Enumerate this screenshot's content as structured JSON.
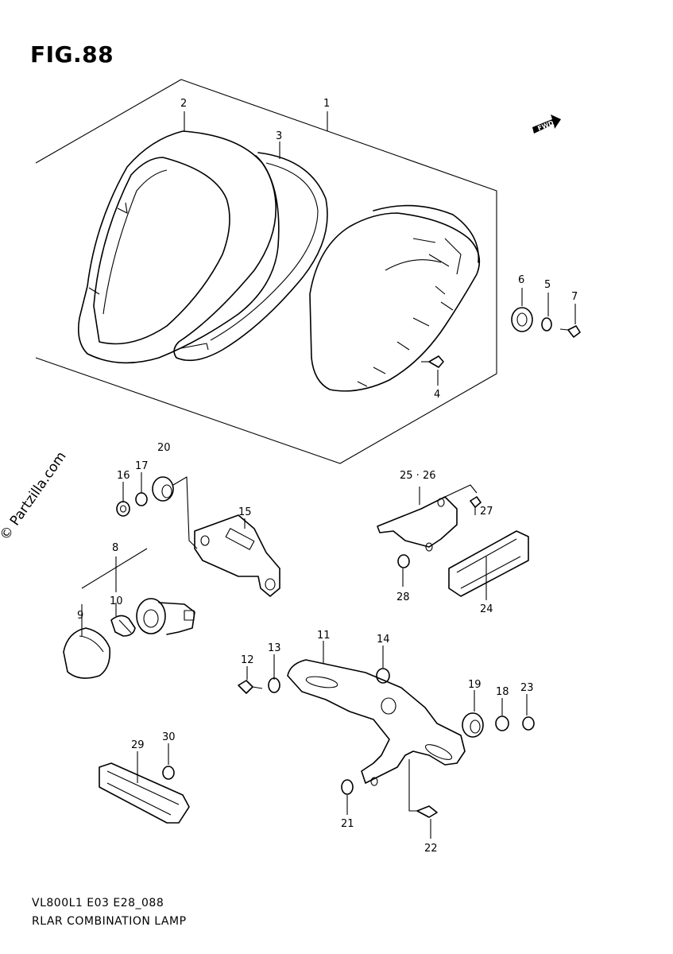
{
  "figure": {
    "title": "FIG.88"
  },
  "footer": {
    "code": "VL800L1 E03 E28_088",
    "name": "RLAR COMBINATION LAMP"
  },
  "watermark": {
    "text": "© Partzilla.com"
  },
  "fwd_badge": {
    "text": "FWD"
  },
  "callouts": [
    {
      "id": "p1",
      "label": "1"
    },
    {
      "id": "p2",
      "label": "2"
    },
    {
      "id": "p3",
      "label": "3"
    },
    {
      "id": "p4",
      "label": "4"
    },
    {
      "id": "p5",
      "label": "5"
    },
    {
      "id": "p6",
      "label": "6"
    },
    {
      "id": "p7",
      "label": "7"
    },
    {
      "id": "p8",
      "label": "8"
    },
    {
      "id": "p9",
      "label": "9"
    },
    {
      "id": "p10",
      "label": "10"
    },
    {
      "id": "p11",
      "label": "11"
    },
    {
      "id": "p12",
      "label": "12"
    },
    {
      "id": "p13",
      "label": "13"
    },
    {
      "id": "p14",
      "label": "14"
    },
    {
      "id": "p15",
      "label": "15"
    },
    {
      "id": "p16",
      "label": "16"
    },
    {
      "id": "p17",
      "label": "17"
    },
    {
      "id": "p18",
      "label": "18"
    },
    {
      "id": "p19",
      "label": "19"
    },
    {
      "id": "p20",
      "label": "20"
    },
    {
      "id": "p21",
      "label": "21"
    },
    {
      "id": "p22",
      "label": "22"
    },
    {
      "id": "p23",
      "label": "23"
    },
    {
      "id": "p24",
      "label": "24"
    },
    {
      "id": "p25",
      "label": "25 · 26"
    },
    {
      "id": "p27",
      "label": "27"
    },
    {
      "id": "p28",
      "label": "28"
    },
    {
      "id": "p29",
      "label": "29"
    },
    {
      "id": "p30",
      "label": "30"
    }
  ]
}
